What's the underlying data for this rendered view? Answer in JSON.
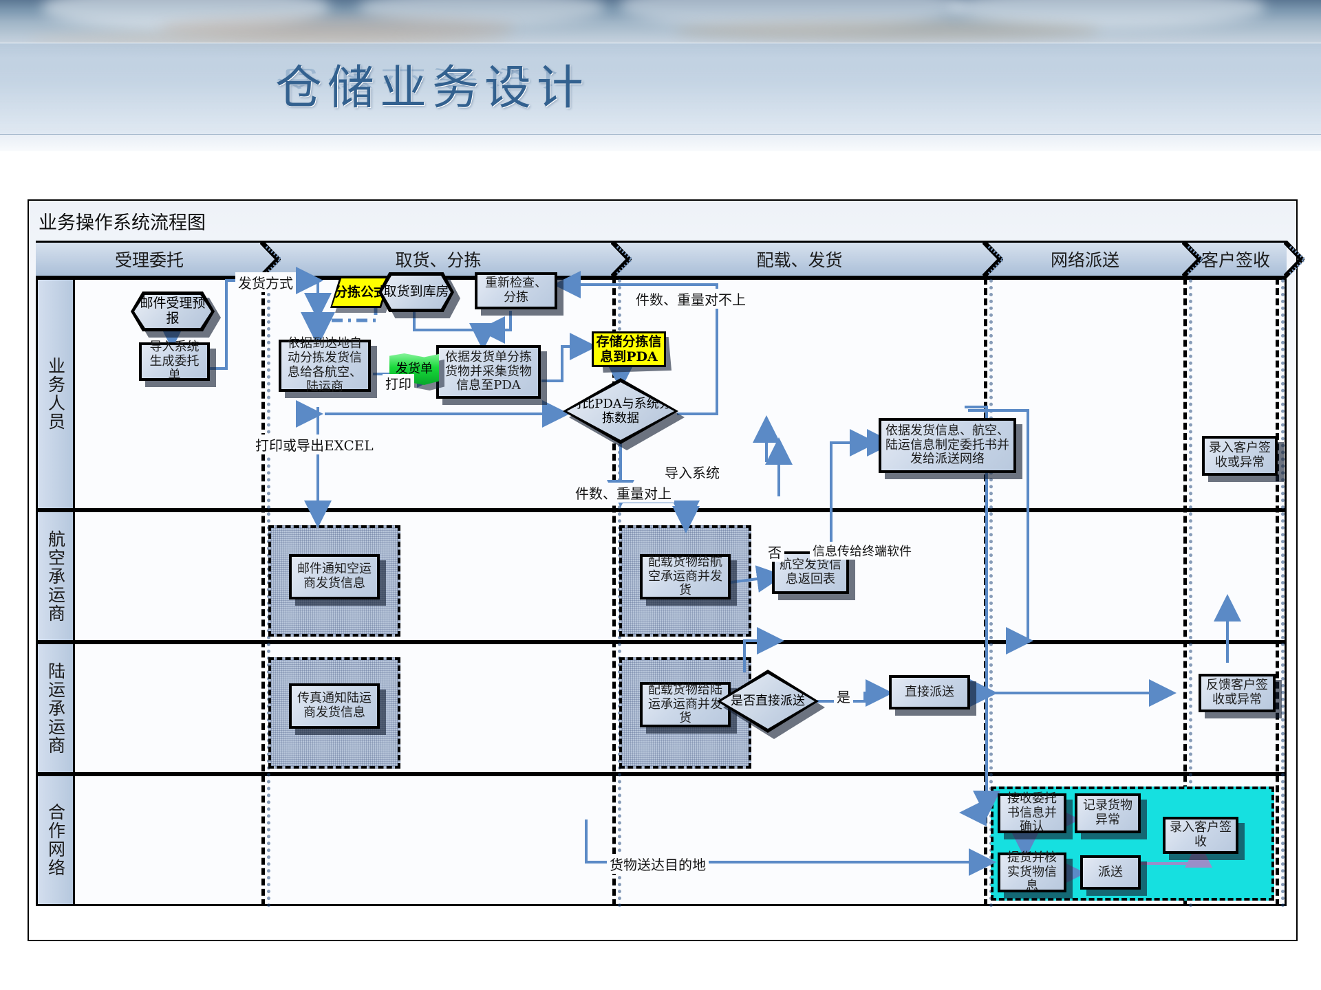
{
  "slide": {
    "title": "仓储业务设计"
  },
  "chart": {
    "title": "业务操作系统流程图",
    "phases": [
      {
        "label": "受理委托"
      },
      {
        "label": "取货、分拣"
      },
      {
        "label": "配载、发货"
      },
      {
        "label": "网络派送"
      },
      {
        "label": "客户签收"
      }
    ],
    "lanes": [
      {
        "label": "业务人员"
      },
      {
        "label": "航空承运商"
      },
      {
        "label": "陆运承运商"
      },
      {
        "label": "合作网络"
      }
    ],
    "nodes": {
      "mail_preadvice": "邮件受理预报",
      "import_system_order": "导入系统生成委托单",
      "sort_formula": "分拣公式",
      "pickup_warehouse": "取货到库房",
      "recheck_sort": "重新检查、分拣",
      "auto_sort_dispatch": "依据到达地自动分拣发货信息给各航空、陆运商",
      "delivery_note": "发货单",
      "sort_by_note_pda": "依据发货单分拣货物并采集货物信息至PDA",
      "store_sort_pda": "存储分拣信息到PDA",
      "compare_pda_system": "对比PDA与系统分拣数据",
      "make_entrust_book": "依据发货信息、航空、陆运信息制定委托书并发给派送网络",
      "record_sign_or_exception": "录入客户签收或异常",
      "mail_notify_air": "邮件通知空运商发货信息",
      "fax_notify_land": "传真通知陆运商发货信息",
      "load_air_carrier": "配载货物给航空承运商并发货",
      "load_land_carrier": "配载货物给陆运承运商并发货",
      "air_return_form": "航空发货信息返回表",
      "direct_delivery_decision": "是否直接派送",
      "direct_delivery": "直接派送",
      "feedback_sign_or_exception": "反馈客户签收或异常",
      "receive_entrust_confirm": "接收委托书信息并确认",
      "record_cargo_exception": "记录货物异常",
      "record_customer_sign": "录入客户签收",
      "pickup_verify_cargo": "提货并核实货物信息",
      "dispatch": "派送"
    },
    "edge_labels": {
      "delivery_mode": "发货方式",
      "print_or_export_excel": "打印或导出EXCEL",
      "print": "打印",
      "count_weight_mismatch": "件数、重量对不上",
      "count_weight_match": "件数、重量对上",
      "import_to_system": "导入系统",
      "no": "否",
      "yes": "是",
      "info_to_terminal_software": "信息传给终端软件",
      "goods_arrive_destination": "货物送达目的地"
    },
    "colors": {
      "accent": "#5b8ac6",
      "shape_fill": "#c6d3e4",
      "highlight_yellow": "#ffff00",
      "flag_green": "#18d83a",
      "network_cyan": "#16e0e0",
      "group_grey": "#b8c6da",
      "title_blue": "#33618f"
    }
  }
}
